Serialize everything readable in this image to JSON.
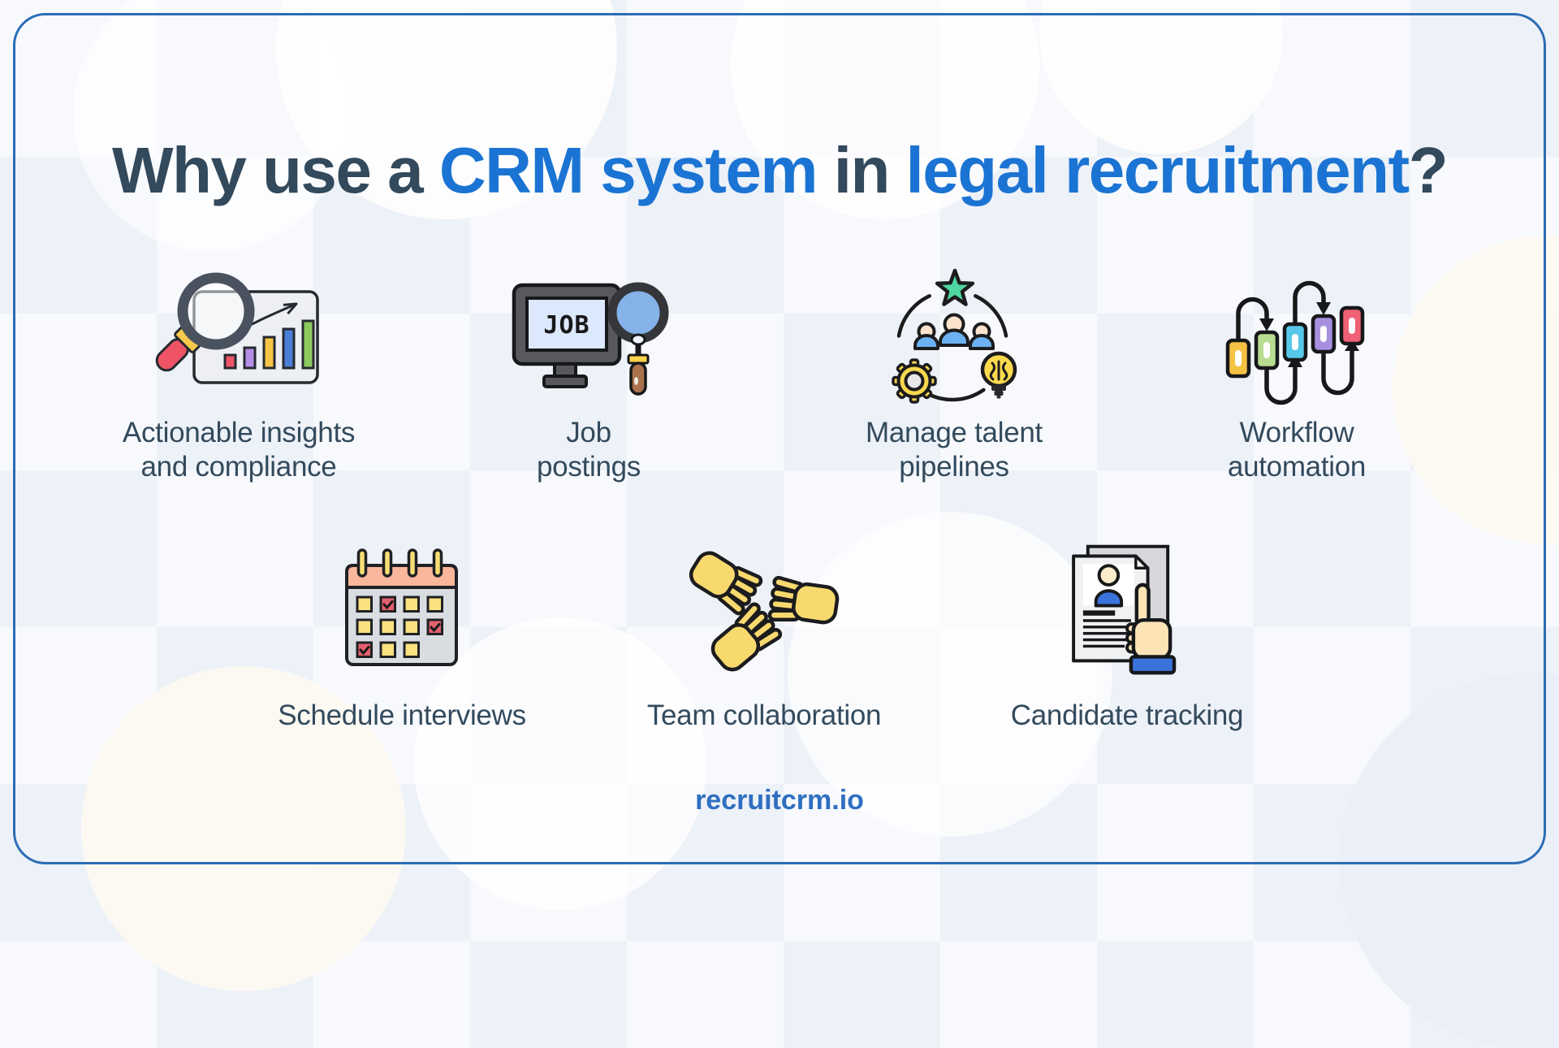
{
  "title": {
    "seg1": "Why use a ",
    "seg2": "CRM system",
    "seg3": " in ",
    "seg4": "legal recruitment",
    "seg5": "?"
  },
  "features": [
    {
      "id": "insights",
      "icon": "magnifier-chart-icon",
      "lines": [
        "Actionable insights",
        "and compliance"
      ]
    },
    {
      "id": "job-postings",
      "icon": "job-monitor-icon",
      "lines": [
        "Job",
        "postings"
      ]
    },
    {
      "id": "talent-pipelines",
      "icon": "talent-network-icon",
      "lines": [
        "Manage talent",
        "pipelines"
      ]
    },
    {
      "id": "workflow",
      "icon": "workflow-arrows-icon",
      "lines": [
        "Workflow",
        "automation"
      ]
    },
    {
      "id": "schedule",
      "icon": "calendar-icon",
      "lines": [
        "Schedule interviews"
      ]
    },
    {
      "id": "collaboration",
      "icon": "hands-together-icon",
      "lines": [
        "Team collaboration"
      ]
    },
    {
      "id": "tracking",
      "icon": "resume-pointer-icon",
      "lines": [
        "Candidate tracking"
      ]
    }
  ],
  "icon_text": {
    "monitor_screen": "JOB"
  },
  "footer": {
    "site": "recruitcrm.io"
  },
  "colors": {
    "accent_blue": "#1b74d3",
    "heading_dark": "#33495c",
    "label_dark": "#334a5c",
    "footer_blue": "#2e6fc0",
    "border_blue": "#2b6cb4"
  }
}
